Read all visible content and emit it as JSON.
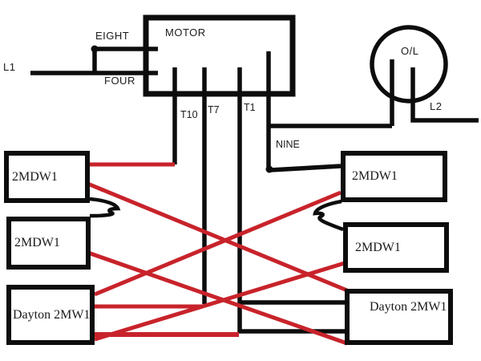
{
  "diagram_type": "motor-wiring-diagram",
  "labels": {
    "l1": "L1",
    "eight": "EIGHT",
    "four": "FOUR",
    "motor": "MOTOR",
    "t10": "T10",
    "t7": "T7",
    "t1": "T1",
    "nine": "NINE",
    "overload": "O/L",
    "l2": "L2"
  },
  "boxes": {
    "left_top": "2MDW1",
    "left_middle": "2MDW1",
    "left_bottom": "Dayton 2MW1",
    "right_top": "2MDW1",
    "right_middle": "2MDW1",
    "right_bottom": "Dayton 2MW1"
  },
  "colors": {
    "wire_black": "#0d0d0d",
    "link_red": "#c8232b",
    "background": "#ffffff"
  }
}
